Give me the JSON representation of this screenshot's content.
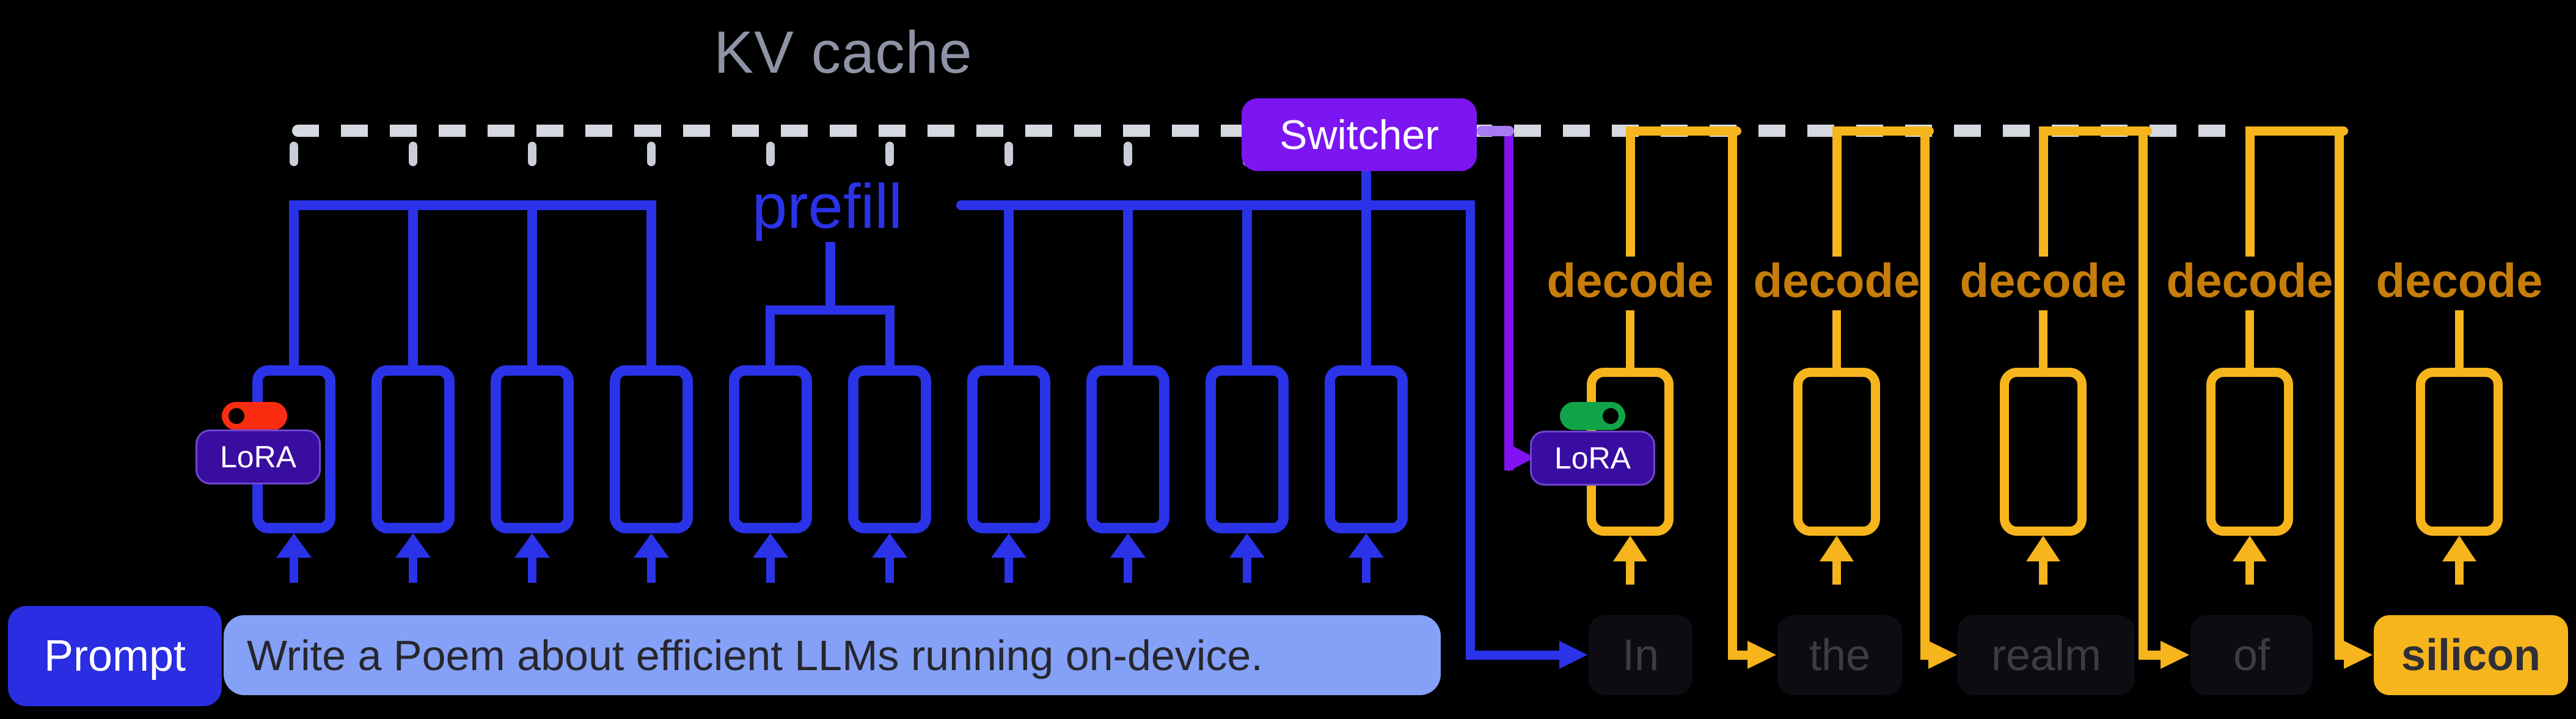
{
  "header": {
    "kv_cache_label": "KV cache"
  },
  "phases": {
    "prefill_label": "prefill",
    "decode_label": "decode"
  },
  "switcher": {
    "label": "Switcher"
  },
  "lora": {
    "prefill": {
      "label": "LoRA",
      "toggle_state": "off",
      "toggle_color": "#fb2c10"
    },
    "decode": {
      "label": "LoRA",
      "toggle_state": "on",
      "toggle_color": "#12a448"
    }
  },
  "prompt": {
    "badge_label": "Prompt",
    "text": "Write a Poem about efficient LLMs running on-device."
  },
  "output_tokens": [
    {
      "text": "In",
      "highlighted": false
    },
    {
      "text": "the",
      "highlighted": false
    },
    {
      "text": "realm",
      "highlighted": false
    },
    {
      "text": "of",
      "highlighted": false
    },
    {
      "text": "silicon",
      "highlighted": true
    }
  ],
  "colors": {
    "prefill_blue": "#2a33e8",
    "decode_amber": "#f6b51d",
    "decode_label_text": "#c67d0a",
    "switcher_purple": "#7b16f2",
    "lora_badge_purple": "#3a0da1",
    "kv_cache_dash": "#d6d9e0",
    "highlight_token_bg": "#f6b51d"
  }
}
